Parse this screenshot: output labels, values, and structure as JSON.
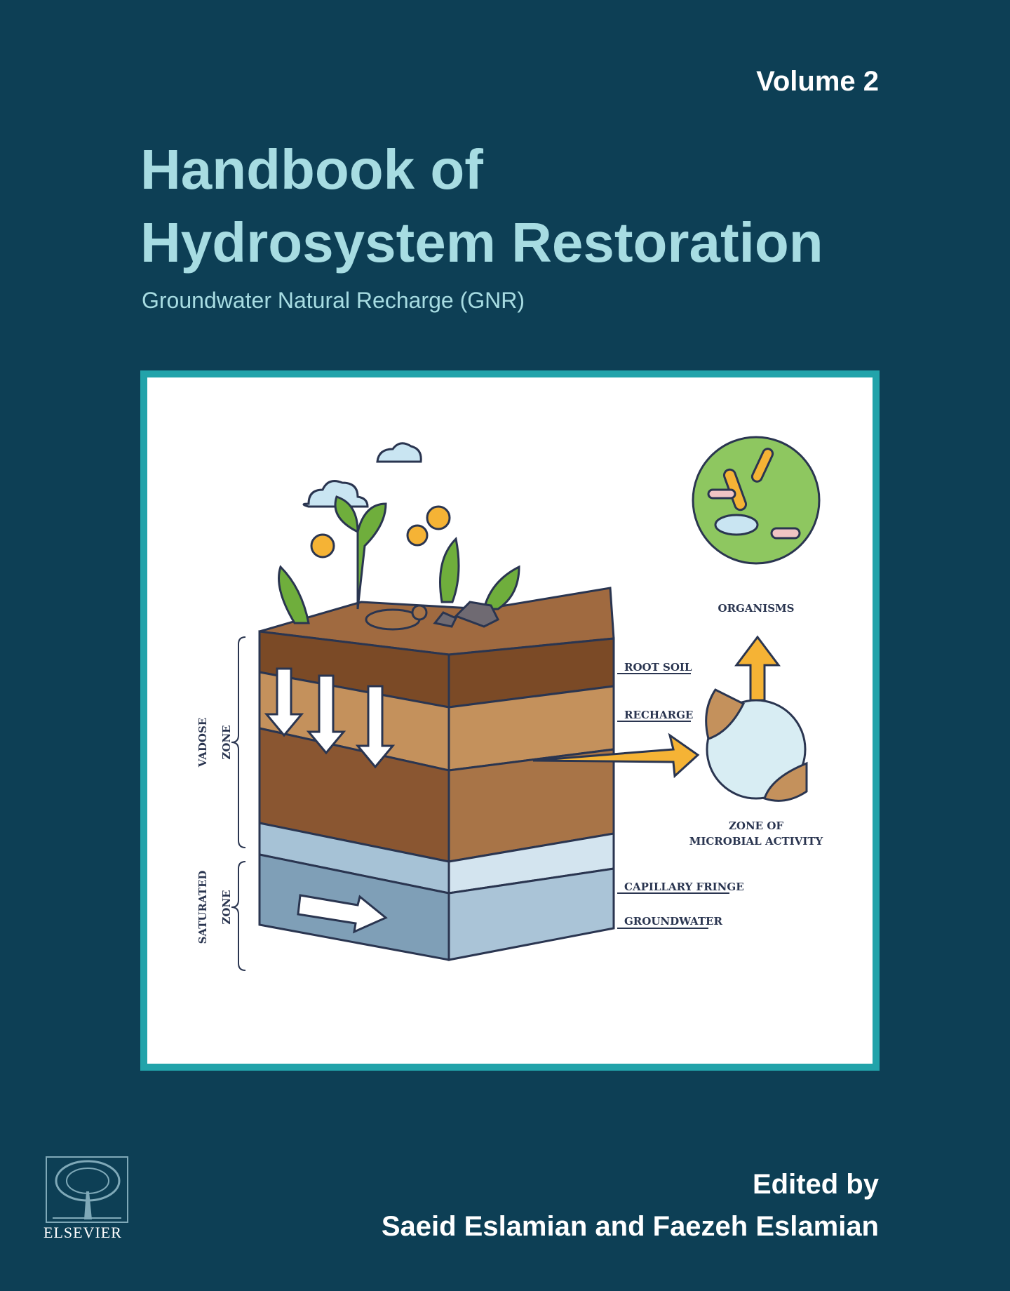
{
  "cover": {
    "volume": "Volume 2",
    "title_line1": "Handbook of",
    "title_line2": "Hydrosystem Restoration",
    "subtitle": "Groundwater Natural Recharge (GNR)",
    "edited_by": "Edited by",
    "editors": "Saeid Eslamian and Faezeh Eslamian",
    "publisher": "ELSEVIER"
  },
  "illustration": {
    "labels": {
      "root_soil": "ROOT SOIL",
      "recharge": "RECHARGE",
      "capillary_fringe": "CAPILLARY FRINGE",
      "groundwater": "GROUNDWATER",
      "organisms": "ORGANISMS",
      "zone_line1": "ZONE OF",
      "zone_line2": "MICROBIAL ACTIVITY",
      "vadose1": "VADOSE",
      "vadose2": "ZONE",
      "saturated1": "SATURATED",
      "saturated2": "ZONE"
    }
  },
  "colors": {
    "background": "#0d3f55",
    "title": "#a7dce2",
    "frame": "#22a3aa",
    "arrow": "#f5b335"
  }
}
